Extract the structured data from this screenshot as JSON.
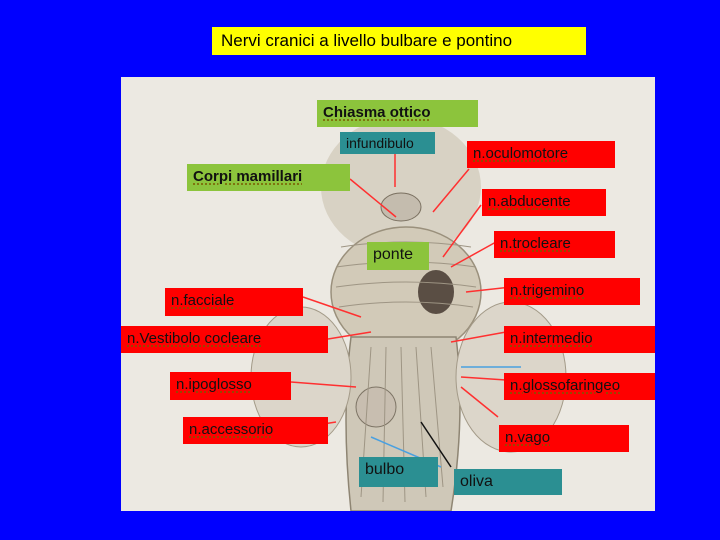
{
  "title": "Nervi cranici a livello bulbare e pontino",
  "colors": {
    "background": "#0000ff",
    "title_bg": "#ffff00",
    "green": "#8cc43c",
    "teal": "#2b8f92",
    "red": "#ff0000",
    "arrow": "#ff3030",
    "arrow_blue": "#4aa0e0"
  },
  "labels": {
    "chiasma": "Chiasma ottico",
    "infundibulo": "infundibulo",
    "corpi": "Corpi mamillari",
    "ponte": "ponte",
    "bulbo": "bulbo",
    "oliva": "oliva",
    "oculomotore": "n.oculomotore",
    "abducente": "n.abducente",
    "trocleare": "n.trocleare",
    "trigemino": "n.trigemino",
    "intermedio": "n.intermedio",
    "glossofaringeo": "n.glossofaringeo",
    "vago": "n.vago",
    "facciale": "n.facciale",
    "vestibolo": "n.Vestibolo cocleare",
    "ipoglosso": "n.ipoglosso",
    "accessorio": "n.accessorio"
  }
}
